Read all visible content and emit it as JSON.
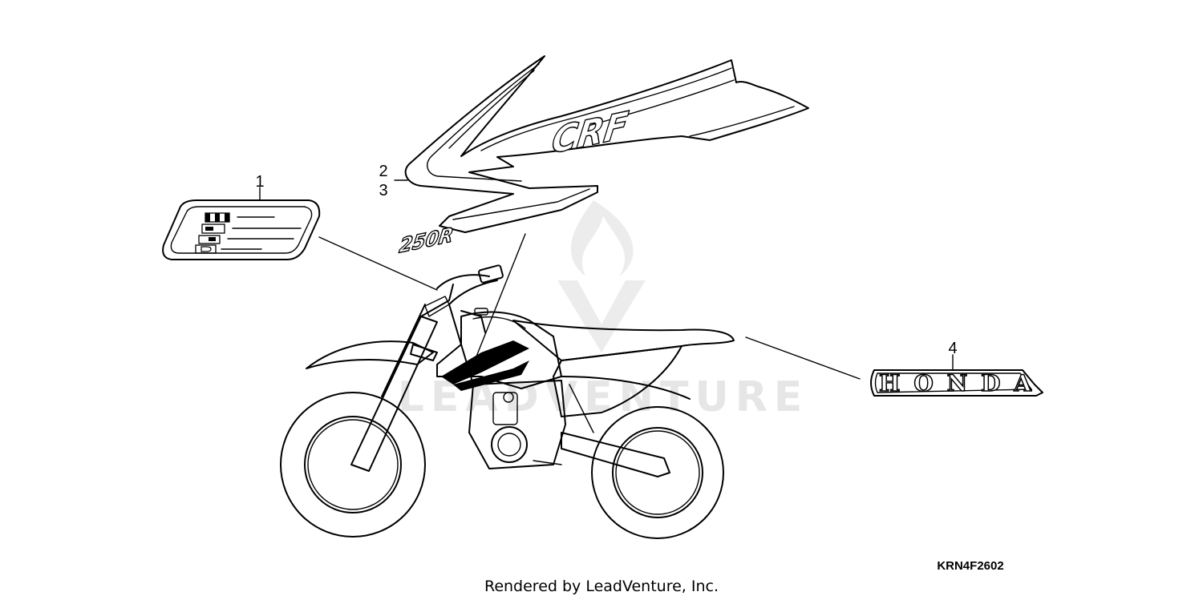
{
  "diagram": {
    "callouts": [
      {
        "id": "1",
        "label": "1"
      },
      {
        "id": "2",
        "label": "2"
      },
      {
        "id": "3",
        "label": "3"
      },
      {
        "id": "4",
        "label": "4"
      }
    ],
    "decals": {
      "tank_stripe_brand": "CRF",
      "tank_stripe_model": "250R",
      "emblem": "HONDA"
    },
    "diagram_code": "KRN4F2602",
    "watermark": "LEADVENTURE",
    "footer": "Rendered by LeadVenture, Inc."
  }
}
